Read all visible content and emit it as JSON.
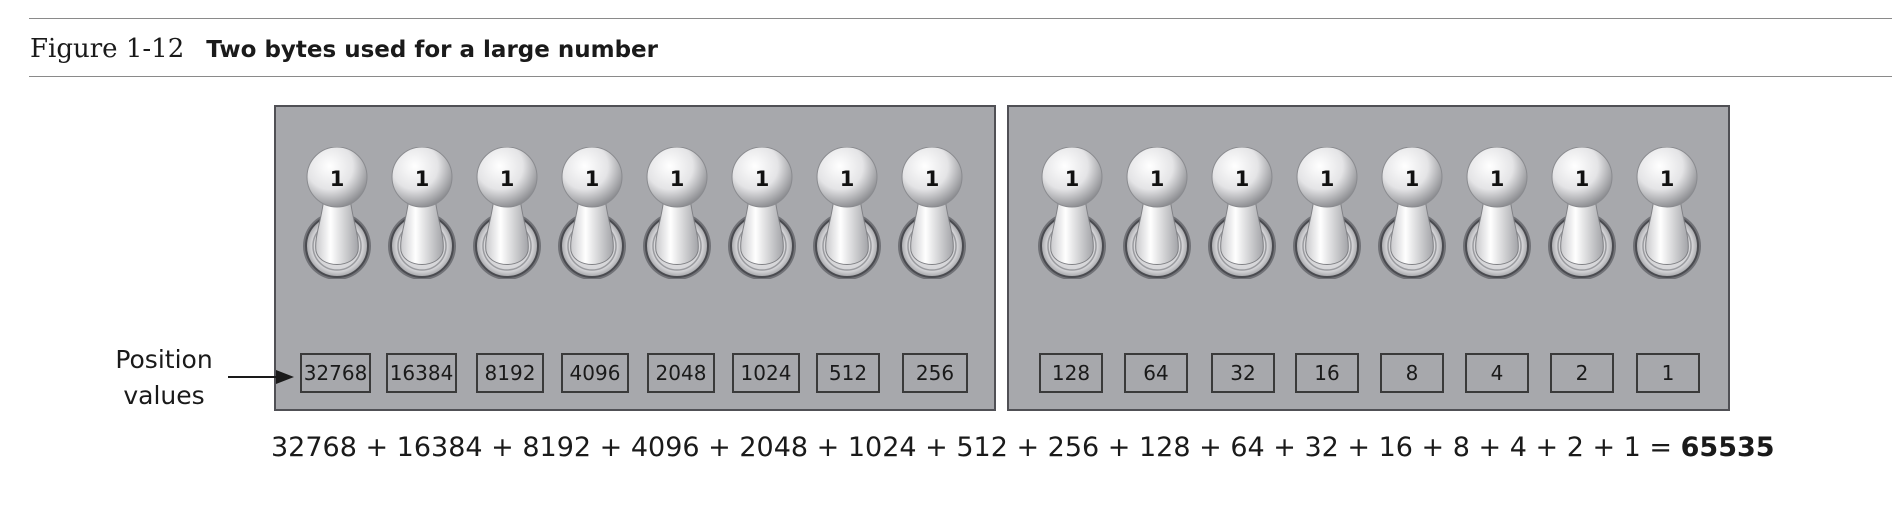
{
  "figure": {
    "number": "Figure 1-12",
    "title": "Two bytes used for a large number"
  },
  "high_byte": {
    "bits": [
      "1",
      "1",
      "1",
      "1",
      "1",
      "1",
      "1",
      "1"
    ],
    "position_values": [
      "32768",
      "16384",
      "8192",
      "4096",
      "2048",
      "1024",
      "512",
      "256"
    ]
  },
  "low_byte": {
    "bits": [
      "1",
      "1",
      "1",
      "1",
      "1",
      "1",
      "1",
      "1"
    ],
    "position_values": [
      "128",
      "64",
      "32",
      "16",
      "8",
      "4",
      "2",
      "1"
    ]
  },
  "annotation": {
    "line1": "Position",
    "line2": "values"
  },
  "equation": {
    "expression": "32768 + 16384 + 8192 + 4096 + 2048 + 1024 + 512 + 256 + 128 + 64 + 32 + 16 + 8 + 4 + 2 + 1 = ",
    "total": "65535"
  },
  "colors": {
    "panel": "#a7a8ac",
    "panel_border": "#505055",
    "switch_highlight": "#ffffff",
    "switch_shadow": "#8d8e92"
  }
}
